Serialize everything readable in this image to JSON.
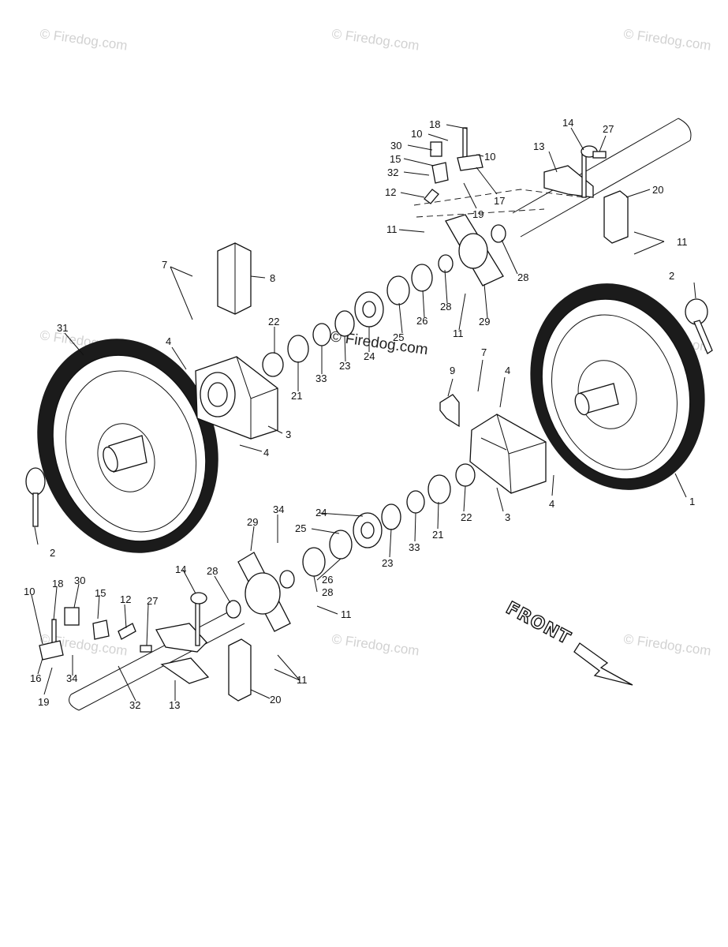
{
  "watermark": "© Firedog.com",
  "front_label": "FRONT",
  "callouts": {
    "c1": "1",
    "c2a": "2",
    "c2b": "2",
    "c3a": "3",
    "c3b": "3",
    "c4a": "4",
    "c4b": "4",
    "c4c": "4",
    "c4d": "4",
    "c7a": "7",
    "c7b": "7",
    "c8": "8",
    "c9": "9",
    "c10a": "10",
    "c10b": "10",
    "c10c": "10",
    "c11a": "11",
    "c11b": "11",
    "c11c": "11",
    "c11d": "11",
    "c11e": "11",
    "c12a": "12",
    "c12b": "12",
    "c13a": "13",
    "c13b": "13",
    "c14a": "14",
    "c14b": "14",
    "c15a": "15",
    "c15b": "15",
    "c16": "16",
    "c17": "17",
    "c18a": "18",
    "c18b": "18",
    "c19a": "19",
    "c19b": "19",
    "c20a": "20",
    "c20b": "20",
    "c21a": "21",
    "c21b": "21",
    "c22a": "22",
    "c22b": "22",
    "c23a": "23",
    "c23b": "23",
    "c24a": "24",
    "c24b": "24",
    "c25a": "25",
    "c25b": "25",
    "c26a": "26",
    "c26b": "26",
    "c27a": "27",
    "c27b": "27",
    "c28a": "28",
    "c28b": "28",
    "c28c": "28",
    "c28d": "28",
    "c29a": "29",
    "c29b": "29",
    "c30a": "30",
    "c30b": "30",
    "c31": "31",
    "c32a": "32",
    "c32b": "32",
    "c33a": "33",
    "c33b": "33",
    "c34a": "34",
    "c34b": "34"
  }
}
